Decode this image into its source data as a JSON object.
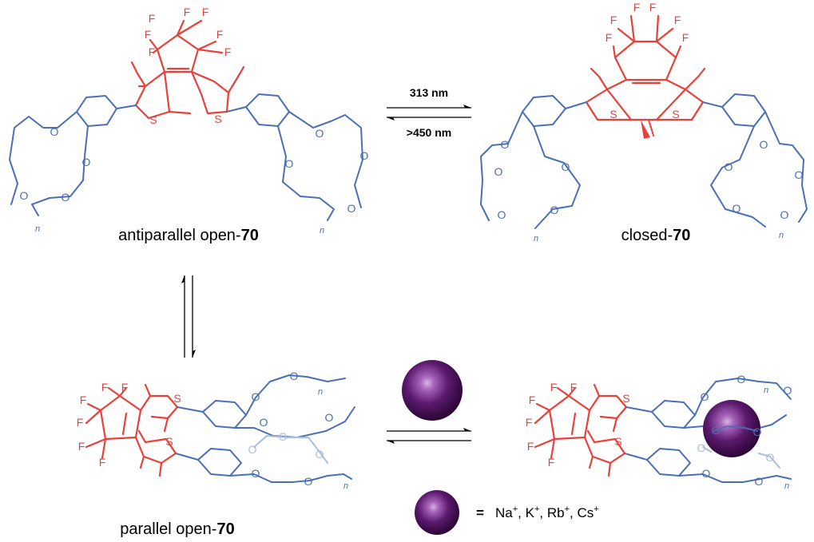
{
  "labels": {
    "antiparallel_prefix": "antiparallel open-",
    "antiparallel_num": "70",
    "closed_prefix": "closed-",
    "closed_num": "70",
    "parallel_prefix": "parallel open-",
    "parallel_num": "70"
  },
  "arrows": {
    "forward_label": "313 nm",
    "reverse_label": ">450 nm"
  },
  "atoms": {
    "fluorine": "F",
    "sulfur": "S",
    "oxygen": "O",
    "repeat_n": "n"
  },
  "legend": {
    "equals": "=",
    "ions": [
      "Na",
      "K",
      "Rb",
      "Cs"
    ],
    "charge": "+",
    "sep": ", "
  },
  "colors": {
    "photoswitch": "#e8403a",
    "crown_ether": "#4a6fb5",
    "cation_sphere": "#5b1a6e"
  }
}
